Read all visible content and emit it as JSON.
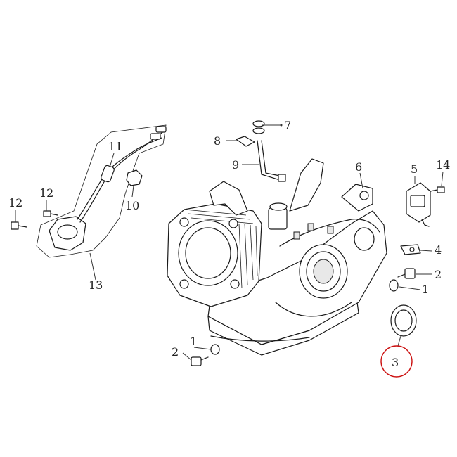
{
  "callouts": [
    {
      "id": "c1a",
      "label": "1"
    },
    {
      "id": "c1b",
      "label": "1"
    },
    {
      "id": "c2a",
      "label": "2"
    },
    {
      "id": "c2b",
      "label": "2"
    },
    {
      "id": "c3",
      "label": "3"
    },
    {
      "id": "c4",
      "label": "4"
    },
    {
      "id": "c5",
      "label": "5"
    },
    {
      "id": "c6",
      "label": "6"
    },
    {
      "id": "c7",
      "label": "7"
    },
    {
      "id": "c8",
      "label": "8"
    },
    {
      "id": "c9",
      "label": "9"
    },
    {
      "id": "c10",
      "label": "10"
    },
    {
      "id": "c11",
      "label": "11"
    },
    {
      "id": "c12a",
      "label": "12"
    },
    {
      "id": "c12b",
      "label": "12"
    },
    {
      "id": "c13",
      "label": "13"
    },
    {
      "id": "c14",
      "label": "14"
    }
  ],
  "highlight": {
    "callout": "3",
    "color": "#cc1111"
  }
}
